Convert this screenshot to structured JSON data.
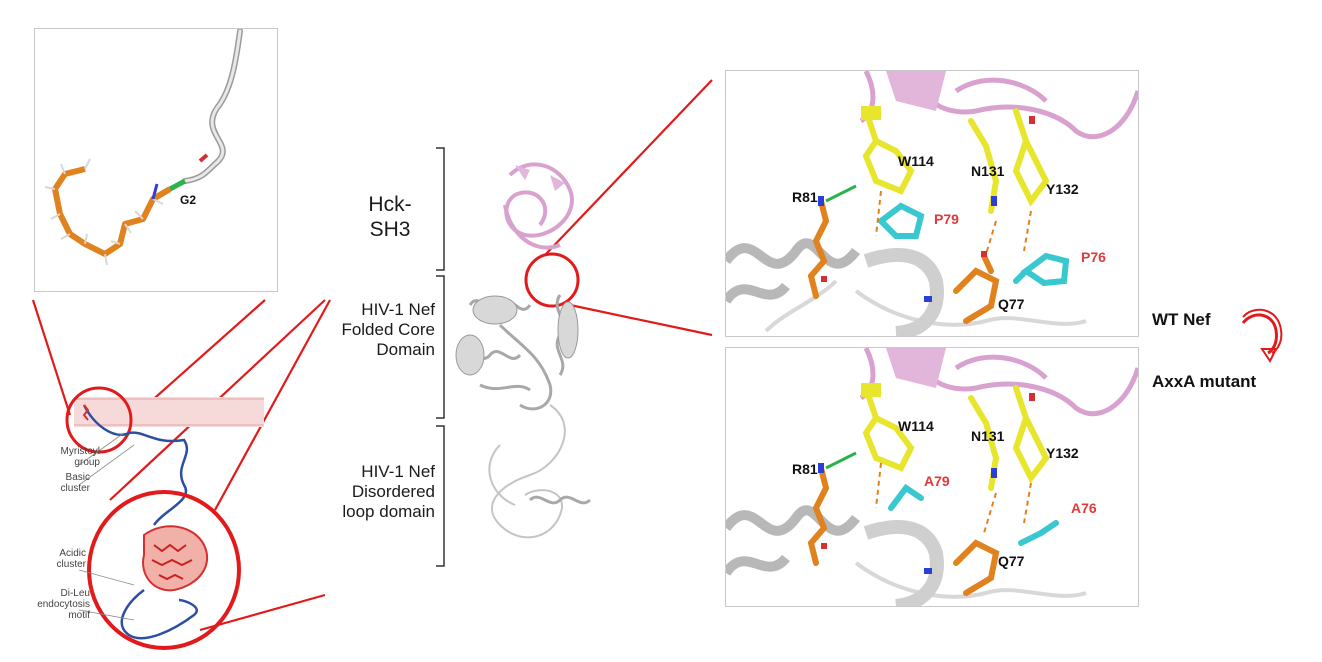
{
  "myristoyl_panel": {
    "residue_label": "G2"
  },
  "membrane_schematic": {
    "labels": {
      "myristoyl": "Myristoyl group",
      "basic": "Basic cluster",
      "acidic": "Acidic cluster",
      "dileu": "Di-Leu endocytosis motif"
    }
  },
  "domains": {
    "sh3": "Hck-\nSH3",
    "core": "HIV-1 Nef\nFolded Core\nDomain",
    "loop": "HIV-1 Nef\nDisordered\nloop domain"
  },
  "wt_panel": {
    "residues": {
      "w114": "W114",
      "r81": "R81",
      "n131": "N131",
      "y132": "Y132",
      "p79": "P79",
      "p76": "P76",
      "q77": "Q77"
    }
  },
  "mut_panel": {
    "residues": {
      "w114": "W114",
      "r81": "R81",
      "n131": "N131",
      "y132": "Y132",
      "a79": "A79",
      "a76": "A76",
      "q77": "Q77"
    }
  },
  "legend": {
    "wt": "WT Nef",
    "mutant": "AxxA mutant"
  },
  "colors": {
    "callout_red": "#e11b1b",
    "sh3_pink": "#d9a1cf",
    "nef_gray": "#bdbdbd",
    "orange": "#e0821e",
    "yellow": "#e7e52c",
    "cyan": "#39c8d0",
    "blue_atom": "#2a3fd6"
  }
}
